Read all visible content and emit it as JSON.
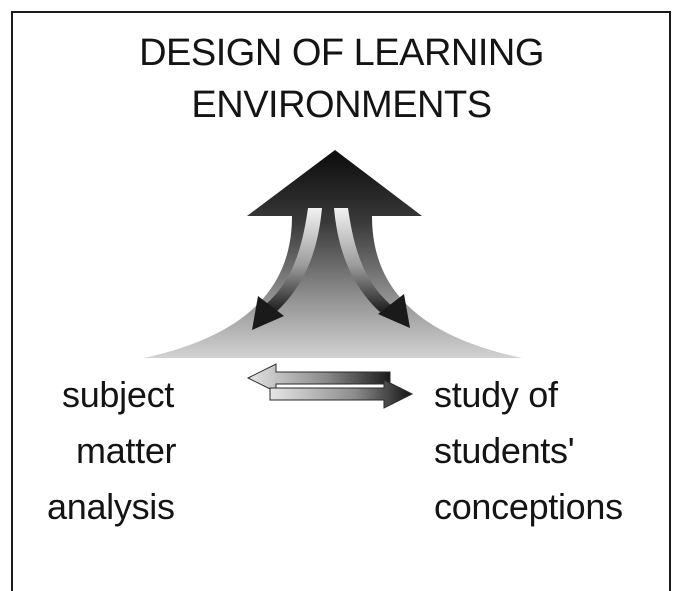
{
  "title": {
    "line1": "DESIGN OF LEARNING",
    "line2": "ENVIRONMENTS"
  },
  "left_label": {
    "line1": "subject",
    "line2": "matter",
    "line3": "analysis"
  },
  "right_label": {
    "line1": "study of",
    "line2": "students'",
    "line3": "conceptions"
  },
  "colors": {
    "border": "#1a1a1a",
    "arrow_dark": "#111111",
    "arrow_light": "#d6d6d6"
  }
}
